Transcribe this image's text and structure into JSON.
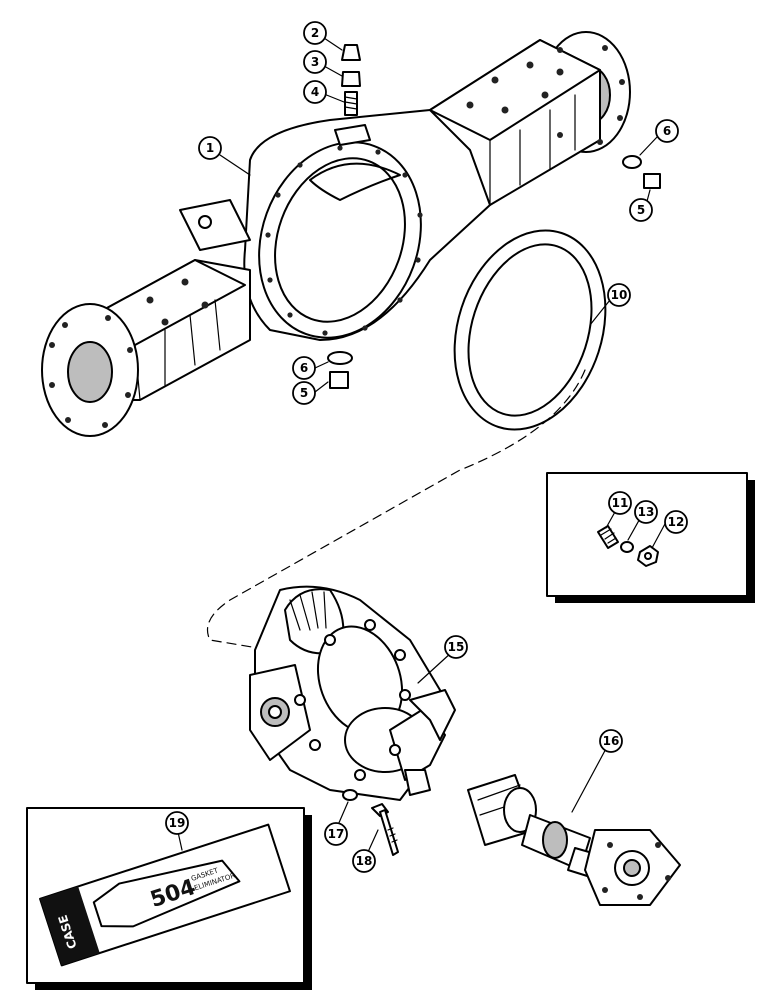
{
  "callouts": [
    {
      "id": "1",
      "label": "1"
    },
    {
      "id": "2",
      "label": "2"
    },
    {
      "id": "3",
      "label": "3"
    },
    {
      "id": "4",
      "label": "4"
    },
    {
      "id": "5a",
      "label": "5"
    },
    {
      "id": "6a",
      "label": "6"
    },
    {
      "id": "5b",
      "label": "5"
    },
    {
      "id": "6b",
      "label": "6"
    },
    {
      "id": "10",
      "label": "10"
    },
    {
      "id": "11",
      "label": "11"
    },
    {
      "id": "12",
      "label": "12"
    },
    {
      "id": "13",
      "label": "13"
    },
    {
      "id": "15",
      "label": "15"
    },
    {
      "id": "16",
      "label": "16"
    },
    {
      "id": "17",
      "label": "17"
    },
    {
      "id": "18",
      "label": "18"
    },
    {
      "id": "19",
      "label": "19"
    }
  ],
  "package": {
    "brand": "CASE",
    "number": "504",
    "line1": "GASKET",
    "line2": "ELIMINATOR"
  }
}
